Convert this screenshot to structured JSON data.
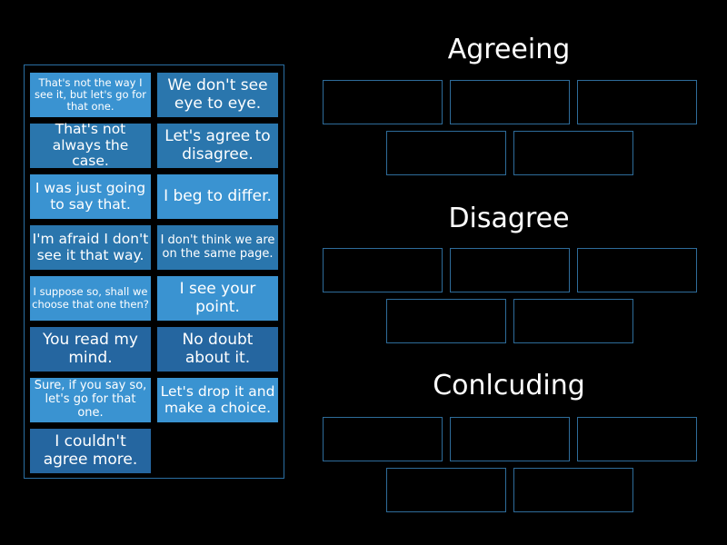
{
  "cards": [
    "That's not the way I see it, but let's go for that one.",
    "We don't see eye to eye.",
    "That's not always the case.",
    "Let's agree to disagree.",
    "I was just going to say that.",
    "I beg to differ.",
    "I'm afraid I don't see it that way.",
    "I don't think we are on the same page.",
    "I suppose so, shall we choose that one then?",
    "I see your point.",
    "You read my mind.",
    "No doubt about it.",
    "Sure, if you say so, let's go for that one.",
    "Let's drop it and make a choice.",
    "I couldn't agree more."
  ],
  "groups": [
    {
      "title": "Agreeing"
    },
    {
      "title": "Disagree"
    },
    {
      "title": "Conlcuding"
    }
  ],
  "colors": {
    "background": "#000000",
    "card": "#2a76ad",
    "card_highlight": "#3a93d1",
    "slot_border": "#2e6c9a",
    "text": "#ffffff"
  }
}
